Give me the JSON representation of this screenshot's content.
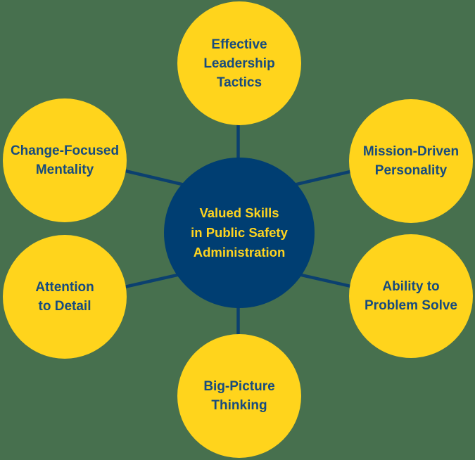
{
  "diagram": {
    "center": {
      "label": "Valued Skills\nin Public Safety\nAdministration"
    },
    "satellites": [
      {
        "id": "effective-leadership-tactics",
        "label": "Effective\nLeadership\nTactics"
      },
      {
        "id": "mission-driven-personality",
        "label": "Mission-Driven\nPersonality"
      },
      {
        "id": "ability-to-problem-solve",
        "label": "Ability to\nProblem Solve"
      },
      {
        "id": "big-picture-thinking",
        "label": "Big-Picture\nThinking"
      },
      {
        "id": "attention-to-detail",
        "label": "Attention\nto Detail"
      },
      {
        "id": "change-focused-mentality",
        "label": "Change-Focused\nMentality"
      }
    ],
    "colors": {
      "background": "#47704E",
      "circle_yellow": "#FFD41C",
      "circle_navy": "#003E72",
      "text_navy": "#174B7E",
      "text_yellow": "#FFD41F",
      "connector": "#0B406F"
    }
  }
}
